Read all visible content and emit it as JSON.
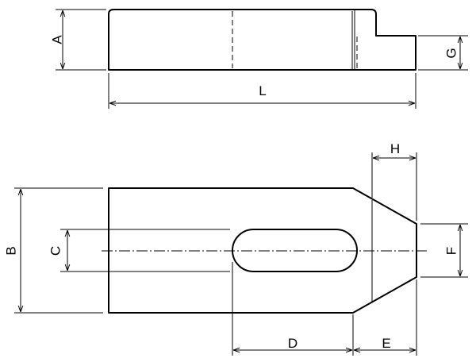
{
  "drawing": {
    "labels": {
      "A": "A",
      "B": "B",
      "C": "C",
      "D": "D",
      "E": "E",
      "F": "F",
      "G": "G",
      "H": "H",
      "L": "L"
    }
  }
}
